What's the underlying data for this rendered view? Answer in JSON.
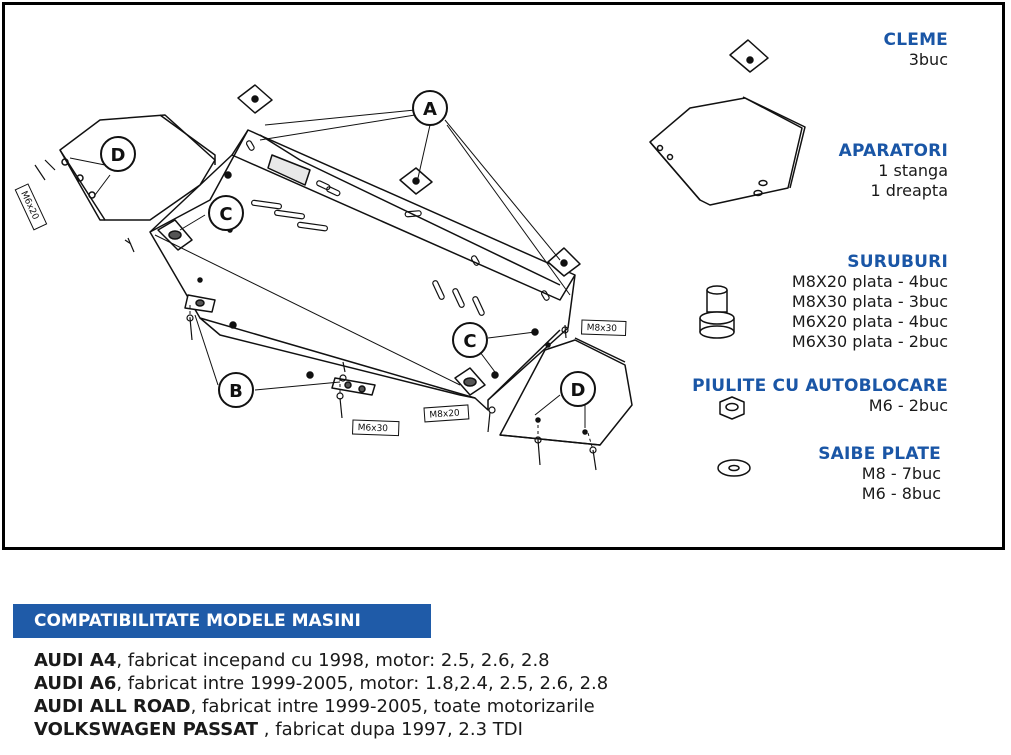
{
  "diagram": {
    "callouts": {
      "a": "A",
      "b": "B",
      "c": "C",
      "d": "D"
    },
    "tags": {
      "m6x20": "M6x20",
      "m8x30": "M8x30",
      "m6x30": "M6x30",
      "m8x20": "M8x20"
    }
  },
  "legend": {
    "cleme": {
      "title": "CLEME",
      "lines": [
        "3buc"
      ]
    },
    "aparatori": {
      "title": "APARATORI",
      "lines": [
        "1 stanga",
        "1 dreapta"
      ]
    },
    "suruburi": {
      "title": "SURUBURI",
      "lines": [
        "M8X20 plata - 4buc",
        "M8X30 plata - 3buc",
        "M6X20 plata - 4buc",
        "M6X30 plata - 2buc"
      ]
    },
    "piulite": {
      "title": "PIULITE CU AUTOBLOCARE",
      "lines": [
        "M6 - 2buc"
      ]
    },
    "saibe": {
      "title": "SAIBE PLATE",
      "lines": [
        "M8 - 7buc",
        "M6 - 8buc"
      ]
    }
  },
  "compat": {
    "banner": "COMPATIBILITATE MODELE MASINI",
    "rows": [
      {
        "model": "AUDI A4",
        "details": ", fabricat incepand cu 1998, motor: 2.5, 2.6, 2.8"
      },
      {
        "model": "AUDI A6",
        "details": ", fabricat intre 1999-2005, motor: 1.8,2.4, 2.5, 2.6, 2.8"
      },
      {
        "model": "AUDI ALL ROAD",
        "details": ", fabricat intre 1999-2005, toate motorizarile"
      },
      {
        "model": "VOLKSWAGEN PASSAT",
        "details": " , fabricat dupa 1997, 2.3 TDI"
      }
    ]
  }
}
